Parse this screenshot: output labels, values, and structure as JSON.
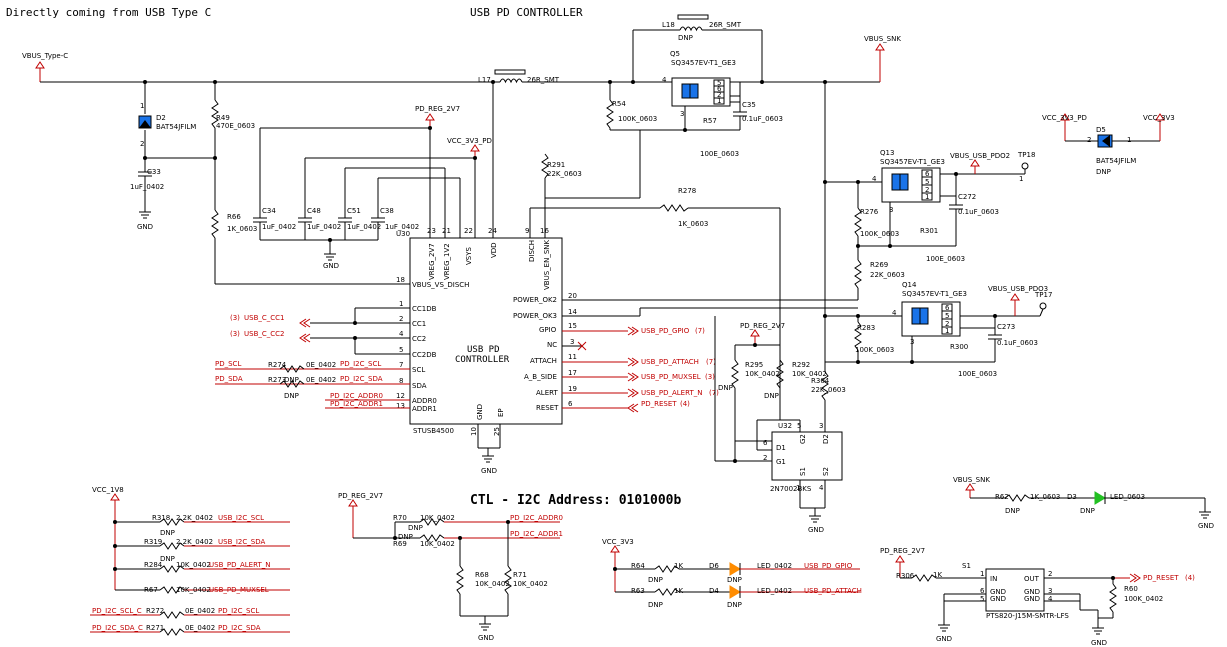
{
  "titles": {
    "source": "Directly coming from USB Type C",
    "controller": "USB PD CONTROLLER",
    "i2c": "CTL - I2C Address: 0101000b"
  },
  "nets": {
    "vbus_typec": "VBUS_Type-C",
    "vbus_snk": "VBUS_SNK",
    "vbus_snk2": "VBUS_SNK",
    "pd_reg_1": "PD_REG_2V7",
    "pd_reg_2": "PD_REG_2V7",
    "pd_reg_3": "PD_REG_2V7",
    "pd_reg_4": "PD_REG_2V7",
    "vcc3v3_pd": "VCC_3V3_PD",
    "vcc3v3_pd_r": "VCC_3V3_PD",
    "vcc3v3": "VCC_3V3",
    "vcc3v3_b": "VCC_3V3",
    "vcc1v8": "VCC_1V8",
    "vbus_pdo2": "VBUS_USB_PDO2",
    "vbus_pdo3": "VBUS_USB_PDO3",
    "gnd": "GND",
    "usb_c_cc1": "USB_C_CC1",
    "usb_c_cc2": "USB_C_CC2",
    "pd_scl": "PD_SCL",
    "pd_sda": "PD_SDA",
    "pd_i2c_scl": "PD_I2C_SCL",
    "pd_i2c_sda": "PD_I2C_SDA",
    "pd_i2c_addr0": "PD_I2C_ADDR0",
    "pd_i2c_addr1": "PD_I2C_ADDR1",
    "usb_pd_gpio": "USB_PD_GPIO",
    "usb_pd_attach": "USB_PD_ATTACH",
    "usb_pd_muxsel": "USB_PD_MUXSEL",
    "usb_pd_alert_n": "USB_PD_ALERT_N",
    "pd_reset": "PD_RESET",
    "usb_i2c_scl": "USB_I2C_SCL",
    "usb_i2c_sda": "USB_I2C_SDA",
    "pd_i2c_scl_c": "PD_I2C_SCL_C",
    "pd_i2c_sda_c": "PD_I2C_SDA_C",
    "tp18": "TP18",
    "tp17": "TP17"
  },
  "sheet_refs": {
    "cc1": "(3)",
    "cc2": "(3)",
    "gpio": "(7)",
    "attach": "(7)",
    "muxsel": "(3)",
    "alert": "(7)",
    "reset": "(4)",
    "reset2": "(4)"
  },
  "ic": {
    "ref": "U30",
    "part": "STUSB4500",
    "label1": "USB PD",
    "label2": "CONTROLLER",
    "top_pins": [
      {
        "name": "VREG_2V7",
        "num": "23"
      },
      {
        "name": "VREG_1V2",
        "num": "21"
      },
      {
        "name": "VSYS",
        "num": "22"
      },
      {
        "name": "VDD",
        "num": "24"
      },
      {
        "name": "DISCH",
        "num": "9"
      },
      {
        "name": "VBUS_EN_SNK",
        "num": "16"
      }
    ],
    "left_pins": [
      {
        "name": "VBUS_VS_DISCH",
        "num": "18"
      },
      {
        "name": "CC1DB",
        "num": "1"
      },
      {
        "name": "CC1",
        "num": "2"
      },
      {
        "name": "CC2",
        "num": "4"
      },
      {
        "name": "CC2DB",
        "num": "5"
      },
      {
        "name": "SCL",
        "num": "7"
      },
      {
        "name": "SDA",
        "num": "8"
      },
      {
        "name": "ADDR0",
        "num": "12"
      },
      {
        "name": "ADDR1",
        "num": "13"
      }
    ],
    "right_pins": [
      {
        "name": "POWER_OK2",
        "num": "20"
      },
      {
        "name": "POWER_OK3",
        "num": "14"
      },
      {
        "name": "GPIO",
        "num": "15"
      },
      {
        "name": "NC",
        "num": "3"
      },
      {
        "name": "ATTACH",
        "num": "11"
      },
      {
        "name": "A_B_SIDE",
        "num": "17"
      },
      {
        "name": "ALERT",
        "num": "19"
      },
      {
        "name": "RESET",
        "num": "6"
      }
    ],
    "bottom_pins": [
      {
        "name": "GND",
        "num": "10"
      },
      {
        "name": "EP",
        "num": "25"
      }
    ]
  },
  "components": {
    "d2": {
      "ref": "D2",
      "val": "BAT54JFILM"
    },
    "r49": {
      "ref": "R49",
      "val": "470E_0603"
    },
    "c33": {
      "ref": "C33",
      "val": "1uF_0402"
    },
    "r66": {
      "ref": "R66",
      "val": "1K_0603"
    },
    "c34": {
      "ref": "C34",
      "val": "1uF_0402"
    },
    "c48": {
      "ref": "C48",
      "val": "1uF_0402"
    },
    "c51": {
      "ref": "C51",
      "val": "1uF_0402"
    },
    "c38": {
      "ref": "C38",
      "val": "1uF_0402"
    },
    "l17": {
      "ref": "L17",
      "val": "26R_SMT"
    },
    "l18": {
      "ref": "L18",
      "val": "26R_SMT",
      "note": "DNP"
    },
    "q5": {
      "ref": "Q5",
      "val": "SQ3457EV-T1_GE3"
    },
    "r54": {
      "ref": "R54",
      "val": "100K_0603"
    },
    "r57": {
      "ref": "R57",
      "val": "100E_0603"
    },
    "c35": {
      "ref": "C35",
      "val": "0.1uF_0603"
    },
    "r291": {
      "ref": "R291",
      "val": "22K_0603"
    },
    "r278": {
      "ref": "R278",
      "val": "1K_0603"
    },
    "q13": {
      "ref": "Q13",
      "val": "SQ3457EV-T1_GE3"
    },
    "r276": {
      "ref": "R276",
      "val": "100K_0603"
    },
    "r301": {
      "ref": "R301",
      "val": "100E_0603"
    },
    "c272": {
      "ref": "C272",
      "val": "0.1uF_0603"
    },
    "r269": {
      "ref": "R269",
      "val": "22K_0603"
    },
    "q14": {
      "ref": "Q14",
      "val": "SQ3457EV-T1_GE3"
    },
    "r283": {
      "ref": "R283",
      "val": "100K_0603"
    },
    "r300": {
      "ref": "R300",
      "val": "100E_0603"
    },
    "c273": {
      "ref": "C273",
      "val": "0.1uF_0603"
    },
    "d5": {
      "ref": "D5",
      "val": "BAT54JFILM",
      "note": "DNP"
    },
    "r295": {
      "ref": "R295",
      "val": "10K_0402",
      "note": "DNP"
    },
    "r292": {
      "ref": "R292",
      "val": "10K_0402",
      "note": "DNP"
    },
    "r304": {
      "ref": "R304",
      "val": "22K_0603"
    },
    "u32": {
      "ref": "U32",
      "val": "2N7002BKS"
    },
    "r274": {
      "ref": "R274",
      "val": "0E_0402"
    },
    "r273": {
      "ref": "R273",
      "val": "0E_0402",
      "note": "DNP"
    },
    "r318": {
      "ref": "R318",
      "val": "2.2K_0402",
      "note": "DNP"
    },
    "r319": {
      "ref": "R319",
      "val": "2.2K_0402",
      "note": "DNP"
    },
    "r284": {
      "ref": "R284",
      "val": "10K_0402"
    },
    "r67": {
      "ref": "R67",
      "val": "10K_0402"
    },
    "r272": {
      "ref": "R272",
      "val": "0E_0402"
    },
    "r271": {
      "ref": "R271",
      "val": "0E_0402"
    },
    "r70": {
      "ref": "R70",
      "val": "10K_0402",
      "note": "DNP"
    },
    "r69": {
      "ref": "R69",
      "val": "10K_0402",
      "note": "DNP"
    },
    "r68": {
      "ref": "R68",
      "val": "10K_0402"
    },
    "r71": {
      "ref": "R71",
      "val": "10K_0402"
    },
    "r64": {
      "ref": "R64",
      "val": "1K",
      "note": "DNP"
    },
    "r63": {
      "ref": "R63",
      "val": "1K",
      "note": "DNP"
    },
    "d6": {
      "ref": "D6",
      "val": "LED_0402",
      "note": "DNP"
    },
    "d4": {
      "ref": "D4",
      "val": "LED_0402",
      "note": "DNP"
    },
    "r62": {
      "ref": "R62",
      "val": "1K_0603",
      "note": "DNP"
    },
    "d3": {
      "ref": "D3",
      "val": "LED_0603",
      "note": "DNP"
    },
    "r306": {
      "ref": "R306",
      "val": "1K"
    },
    "s1": {
      "ref": "S1",
      "val": "PTS820-J15M-SMTR-LFS"
    },
    "r60": {
      "ref": "R60",
      "val": "100K_0402"
    }
  },
  "s1_pins": [
    "IN",
    "OUT",
    "GND",
    "GND",
    "GND",
    "GND"
  ],
  "s1_nums": [
    "1",
    "2",
    "3",
    "4",
    "5",
    "6"
  ],
  "u32_pins": [
    "D1",
    "G1",
    "S1",
    "G2",
    "D2",
    "S2"
  ],
  "u32_nums": [
    "6",
    "2",
    "1",
    "5",
    "3",
    "4"
  ],
  "nc_pin": "NC"
}
